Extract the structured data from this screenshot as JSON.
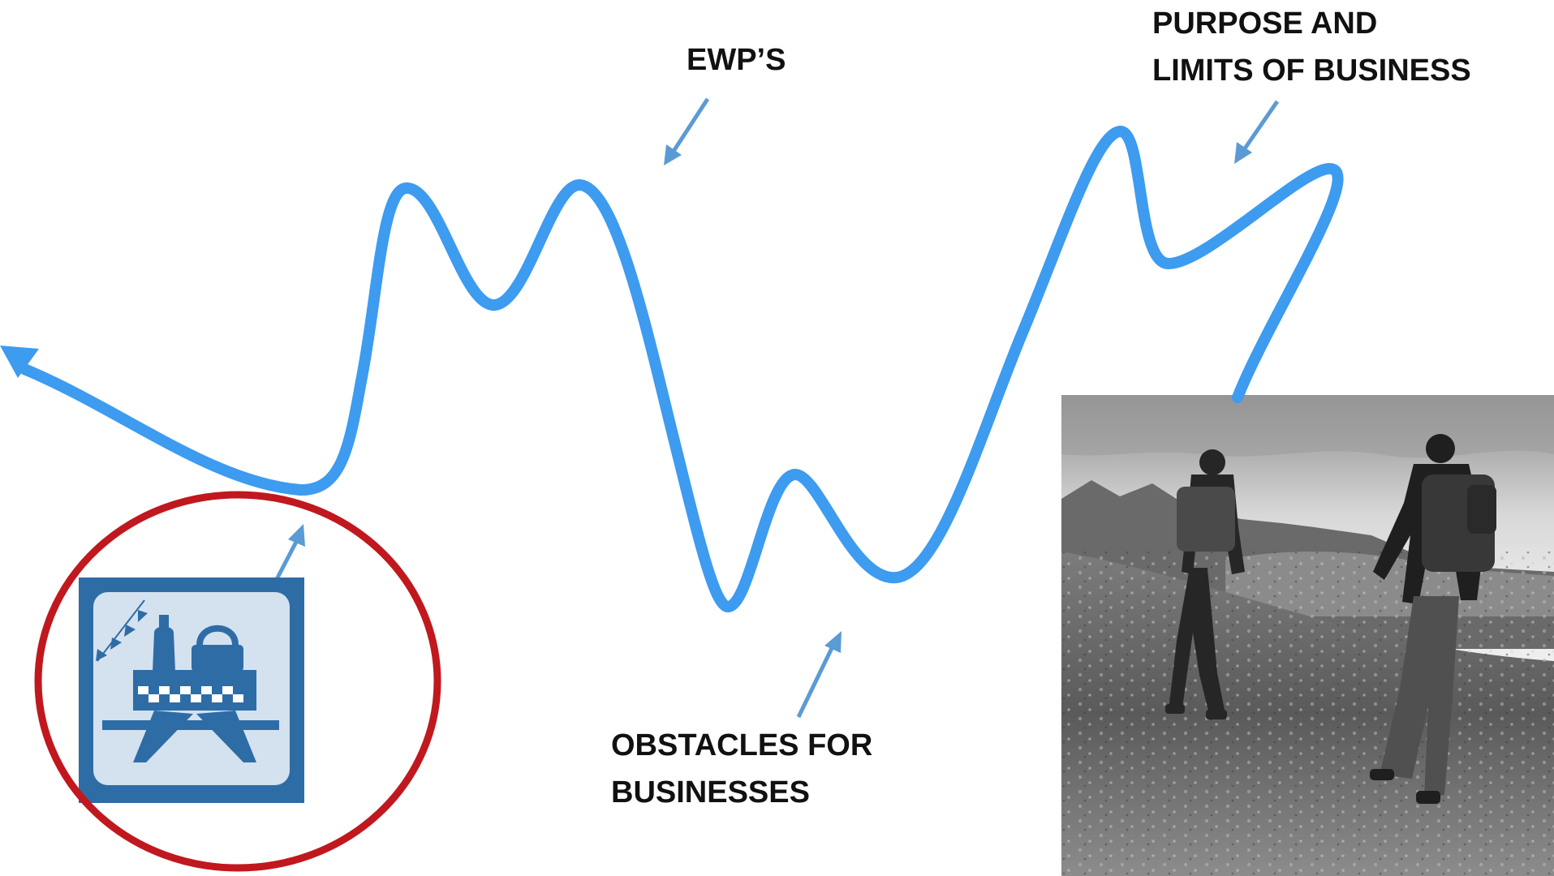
{
  "labels": {
    "ewps": "EWP’S",
    "purpose_line1": "PURPOSE AND",
    "purpose_line2": "LIMITS OF BUSINESS",
    "obstacles_line1": "OBSTACLES FOR",
    "obstacles_line2": "BUSINESSES"
  },
  "icons": {
    "picnic": "picnic-table-icon",
    "photo": "hikers-photo"
  },
  "colors": {
    "path": "#3d9bf0",
    "arrow": "#5b9bd5",
    "circle": "#c0181e",
    "icon_bg": "#2e6ca6",
    "icon_inner": "#d4e1ef",
    "text": "#111111"
  }
}
